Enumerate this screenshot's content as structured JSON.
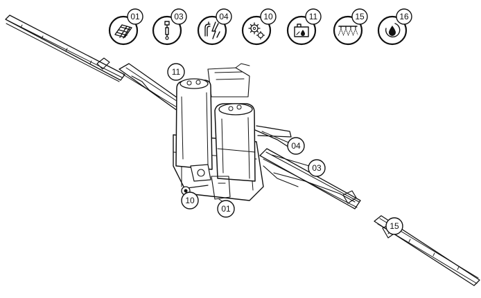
{
  "icon_badges": [
    {
      "number": "01",
      "icon": "nozzle-grid-icon"
    },
    {
      "number": "03",
      "icon": "spray-nozzle-icon"
    },
    {
      "number": "04",
      "icon": "hydraulic-electric-icon"
    },
    {
      "number": "10",
      "icon": "gears-icon"
    },
    {
      "number": "11",
      "icon": "tank-drop-icon"
    },
    {
      "number": "15",
      "icon": "spray-boom-icon"
    },
    {
      "number": "16",
      "icon": "water-drop-icon"
    }
  ],
  "callouts": [
    {
      "number": "11",
      "target": "clean-water-tank"
    },
    {
      "number": "04",
      "target": "boom-hydraulics"
    },
    {
      "number": "03",
      "target": "boom-nozzle-line"
    },
    {
      "number": "10",
      "target": "control-unit"
    },
    {
      "number": "01",
      "target": "pump-filter"
    },
    {
      "number": "15",
      "target": "outer-boom-section"
    }
  ]
}
